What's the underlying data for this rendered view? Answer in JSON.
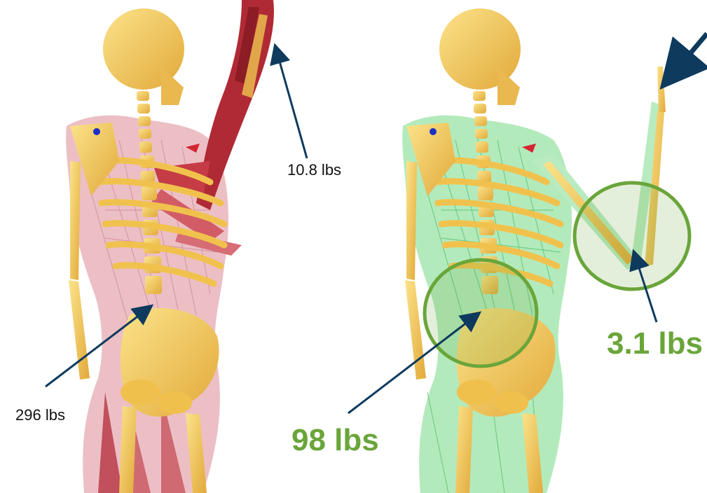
{
  "labels": {
    "left_arm_force": "10.8 lbs",
    "left_back_force": "296 lbs",
    "right_back_force": "98 lbs",
    "right_arm_force": "3.1 lbs"
  },
  "colors": {
    "arrow": "#0e3a5e",
    "highlight_green": "#6aa53a",
    "bone": "#f2c94c",
    "muscle_red": "#b8323a",
    "muscle_pink": "#e7a4ae",
    "muscle_green": "#8fdc9e"
  }
}
